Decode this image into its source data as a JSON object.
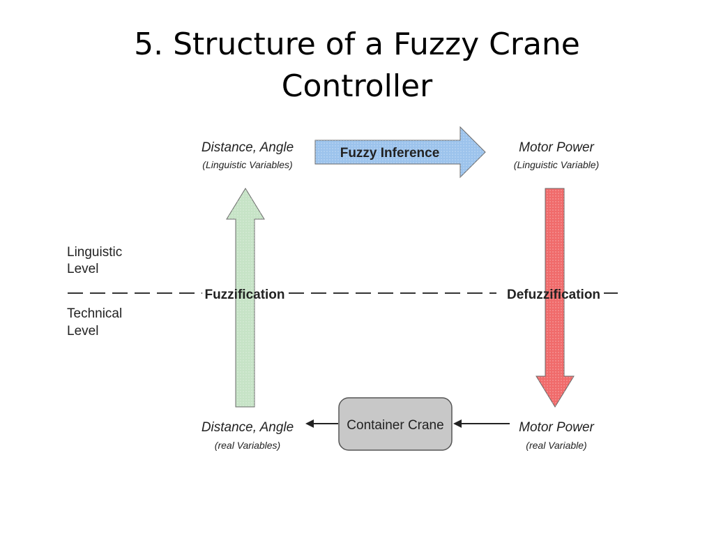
{
  "title": {
    "line1": "5. Structure of a Fuzzy Crane",
    "line2": "Controller"
  },
  "diagram": {
    "top_left": {
      "main": "Distance, Angle",
      "sub": "(Linguistic Variables)"
    },
    "top_right": {
      "main": "Motor Power",
      "sub": "(Linguistic Variable)"
    },
    "bottom_left": {
      "main": "Distance, Angle",
      "sub": "(real Variables)"
    },
    "bottom_right": {
      "main": "Motor Power",
      "sub": "(real Variable)"
    },
    "inference_label": "Fuzzy Inference",
    "crane_label": "Container Crane",
    "fuzzification_label": "Fuzzification",
    "defuzzification_label": "Defuzzification",
    "linguistic_level": {
      "line1": "Linguistic",
      "line2": "Level"
    },
    "technical_level": {
      "line1": "Technical",
      "line2": "Level"
    }
  },
  "colors": {
    "inference_arrow": "#9cc3ec",
    "fuzzification_arrow": "#c6e3c6",
    "defuzzification_arrow": "#f06b6b",
    "crane_box": "#c8c8c8",
    "dotted_fill": "#ffffff"
  }
}
